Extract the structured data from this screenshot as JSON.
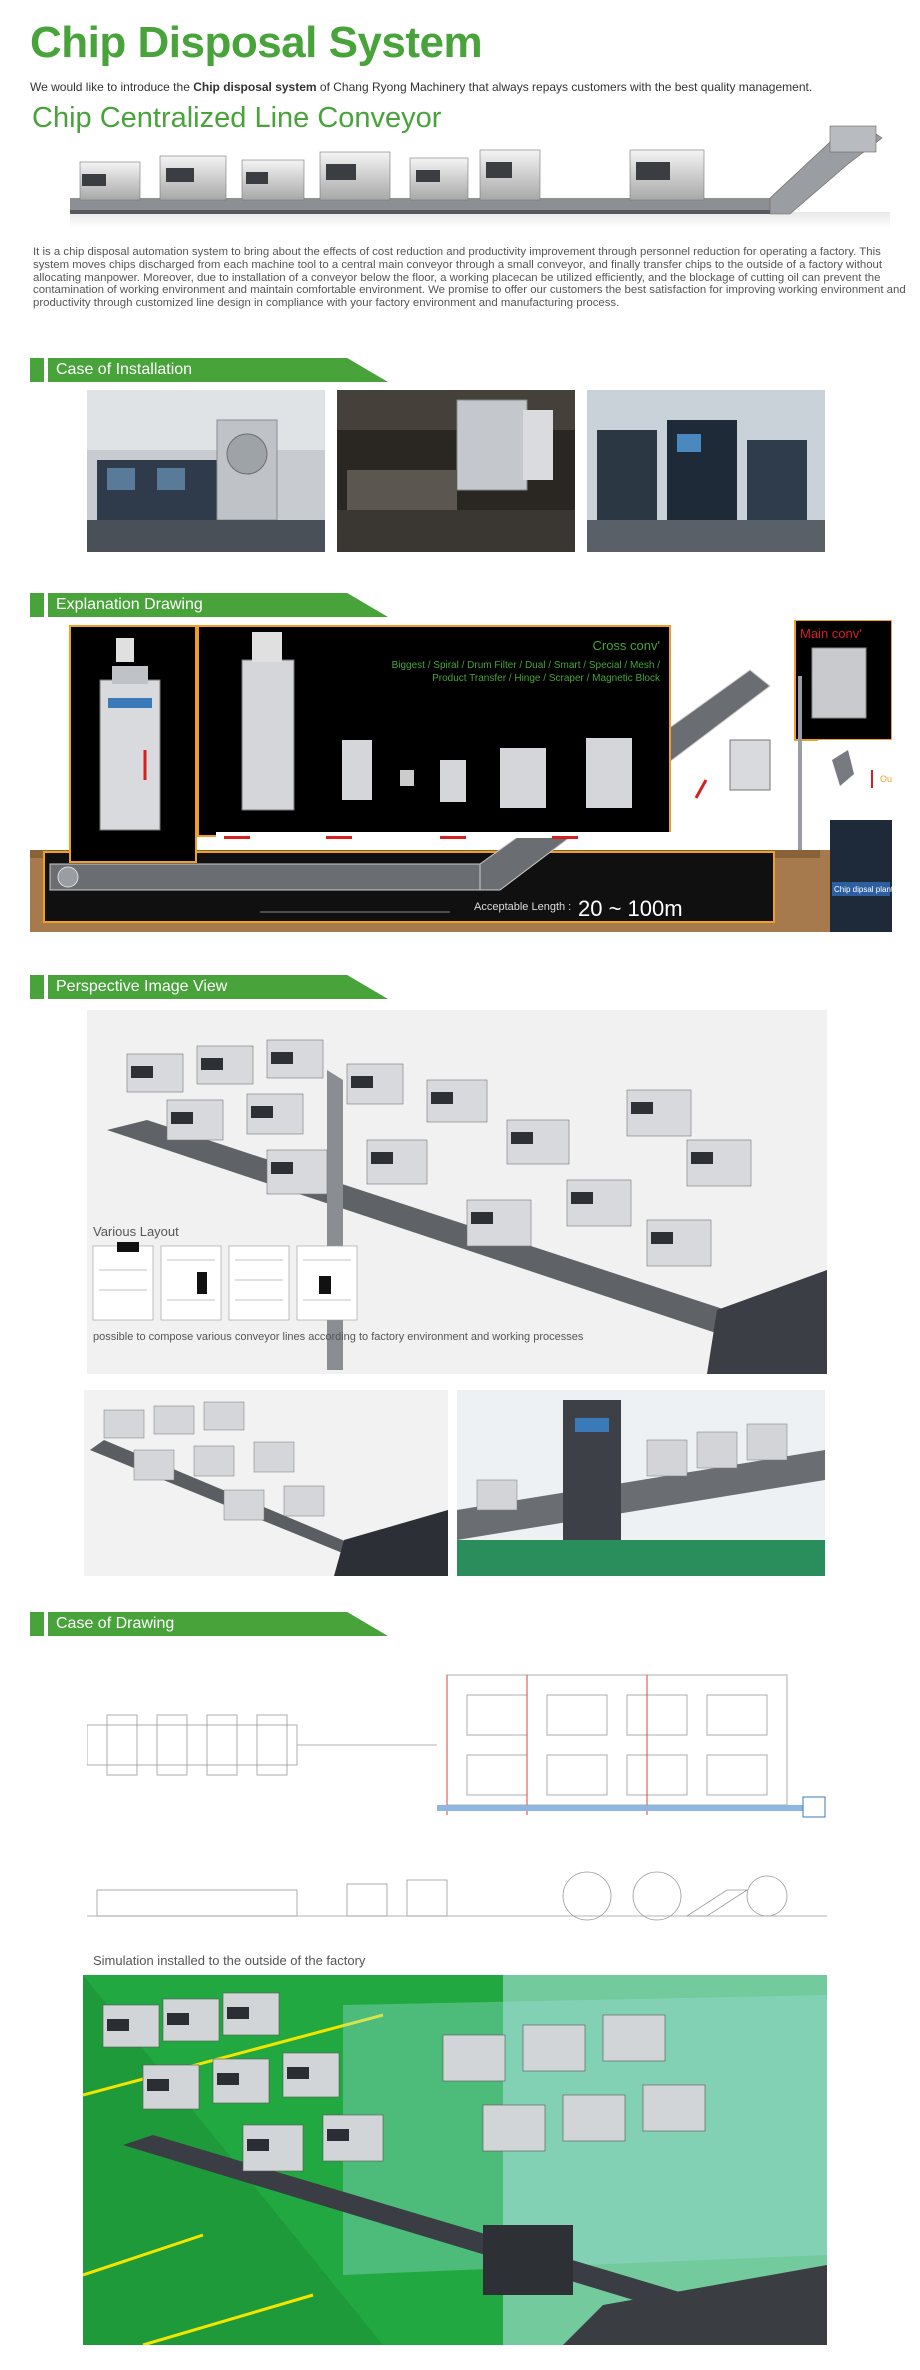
{
  "header": {
    "title": "Chip Disposal System",
    "intro_prefix": "We would like to introduce the ",
    "intro_bold": "Chip disposal system",
    "intro_suffix": " of Chang Ryong Machinery that always repays customers with the best quality management.",
    "subtitle": "Chip Centralized Line Conveyor"
  },
  "description": "It is a chip disposal automation system to bring about the effects of cost reduction and productivity improvement through personnel reduction for operating a factory. This system moves chips discharged from each machine tool to a central main conveyor through a small conveyor, and finally transfer chips to the outside of a factory without allocating manpower. Moreover, due to installation of a conveyor below the floor, a working placecan be utilized efficiently, and the blockage of cutting oil can prevent the contamination of working environment and maintain comfortable environment. We promise to offer our customers the best satisfaction for improving working environment and productivity through customized line design in compliance with your factory environment and manufacturing process.",
  "sections": {
    "installation": "Case of Installation",
    "explanation": "Explanation Drawing",
    "perspective": "Perspective Image View",
    "drawing": "Case of Drawing"
  },
  "explanation": {
    "cross_title": "Cross conv'",
    "cross_types_1": "Biggest / Spiral / Drum Filter / Dual / Smart / Special / Mesh /",
    "cross_types_2": "Product Transfer / Hinge / Scraper / Magnetic Block",
    "main_title": "Main conv'",
    "outside": "Outside",
    "plant": "Chip dipsal plant",
    "length_label": "Acceptable Length :",
    "length_value": "20 ~ 100m"
  },
  "perspective": {
    "layout_label": "Various Layout",
    "layout_caption": "possible to compose various conveyor lines according to factory environment and working processes"
  },
  "drawing": {
    "simulation_caption": "Simulation installed to the outside of the factory"
  },
  "colors": {
    "brand_green": "#47a33a",
    "accent_orange": "#f0a020",
    "accent_red": "#d62020"
  }
}
